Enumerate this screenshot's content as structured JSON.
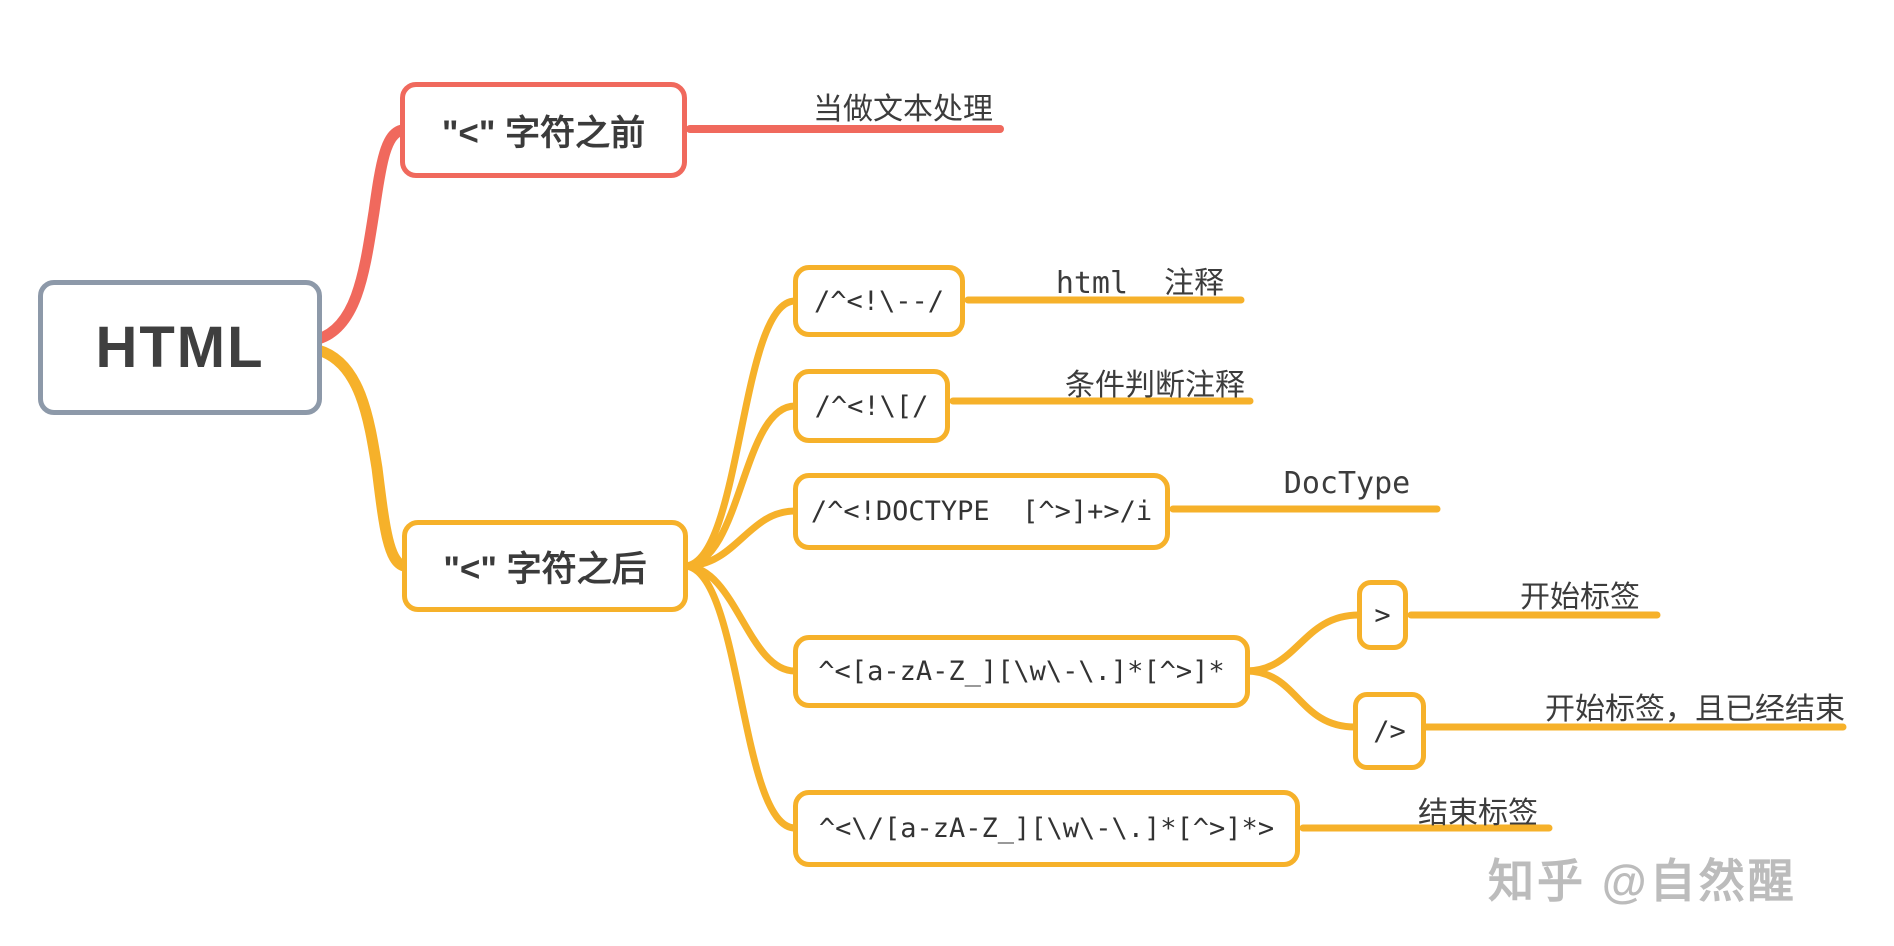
{
  "colors": {
    "branch_red": "#F0695D",
    "branch_yellow": "#F6B12A",
    "root_border_gray": "#8D99A9",
    "text_dark": "#3B3B3B",
    "regex_text": "#333333",
    "watermark_gray": "#BCBCBC"
  },
  "root": {
    "label": "HTML"
  },
  "branch_before": {
    "label": "\"<\" 字符之前",
    "leaf": "当做文本处理"
  },
  "branch_after": {
    "label": "\"<\" 字符之后"
  },
  "children": [
    {
      "regex": "/^<!\\--/",
      "label": "html  注释"
    },
    {
      "regex": "/^<!\\[/",
      "label": "条件判断注释"
    },
    {
      "regex": "/^<!DOCTYPE  [^>]+>/i",
      "label": "DocType"
    },
    {
      "regex": "^<[a-zA-Z_][\\w\\-\\.]*[^>]*",
      "subchildren": [
        {
          "regex": ">",
          "label": "开始标签"
        },
        {
          "regex": "/>",
          "label": "开始标签，且已经结束"
        }
      ]
    },
    {
      "regex": "^<\\/[a-zA-Z_][\\w\\-\\.]*[^>]*>",
      "label": "结束标签"
    }
  ],
  "watermark": "知乎 @自然醒"
}
